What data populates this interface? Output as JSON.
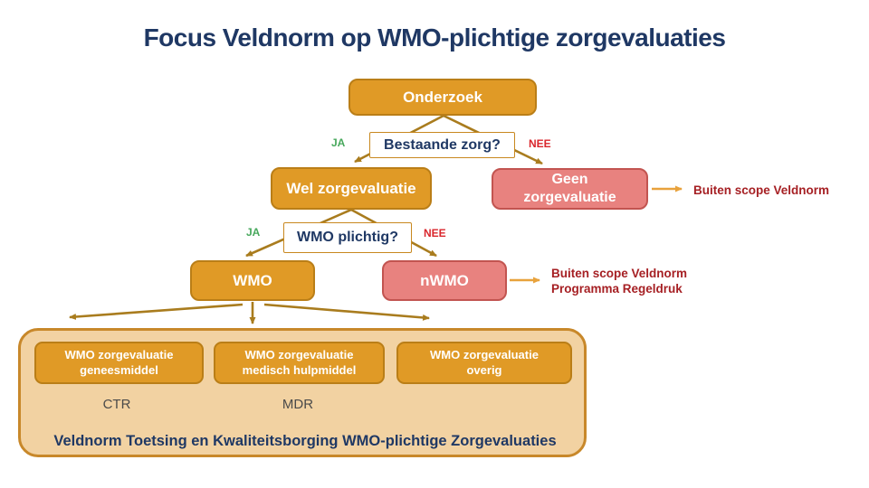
{
  "title": "Focus Veldnorm op WMO-plichtige zorgevaluaties",
  "labels": {
    "ja": "JA",
    "nee": "NEE"
  },
  "nodes": {
    "onderzoek": {
      "label": "Onderzoek"
    },
    "bestaande_zorg": {
      "label": "Bestaande zorg?"
    },
    "wel_zorgevaluatie": {
      "label": "Wel zorgevaluatie"
    },
    "geen_zorgevaluatie": {
      "line1": "Geen",
      "line2": "zorgevaluatie"
    },
    "wmo_plichtig": {
      "label": "WMO plichtig?"
    },
    "wmo": {
      "label": "WMO"
    },
    "nwmo": {
      "label": "nWMO"
    }
  },
  "annotations": {
    "buiten_scope_1": {
      "line1": "Buiten scope Veldnorm"
    },
    "buiten_scope_2": {
      "line1": "Buiten scope Veldnorm",
      "line2": "Programma Regeldruk"
    }
  },
  "container": {
    "boxes": [
      {
        "line1": "WMO zorgevaluatie",
        "line2": "geneesmiddel",
        "tag": "CTR"
      },
      {
        "line1": "WMO zorgevaluatie",
        "line2": "medisch hulpmiddel",
        "tag": "MDR"
      },
      {
        "line1": "WMO zorgevaluatie",
        "line2": "overig",
        "tag": ""
      }
    ],
    "caption": "Veldnorm Toetsing en Kwaliteitsborging WMO-plichtige Zorgevaluaties"
  },
  "colors": {
    "title_navy": "#1f3864",
    "orange_fill": "#e09a26",
    "orange_border": "#ba7e17",
    "pink_fill": "#e8827f",
    "pink_border": "#c25450",
    "ja_green": "#47a85c",
    "nee_red": "#d9262c",
    "scope_dark_red": "#a62024",
    "connector_gold": "#a97c1e",
    "arrow_light_orange": "#e8a23c",
    "panel_bg": "#f2d2a2",
    "panel_border": "#c8882a"
  }
}
